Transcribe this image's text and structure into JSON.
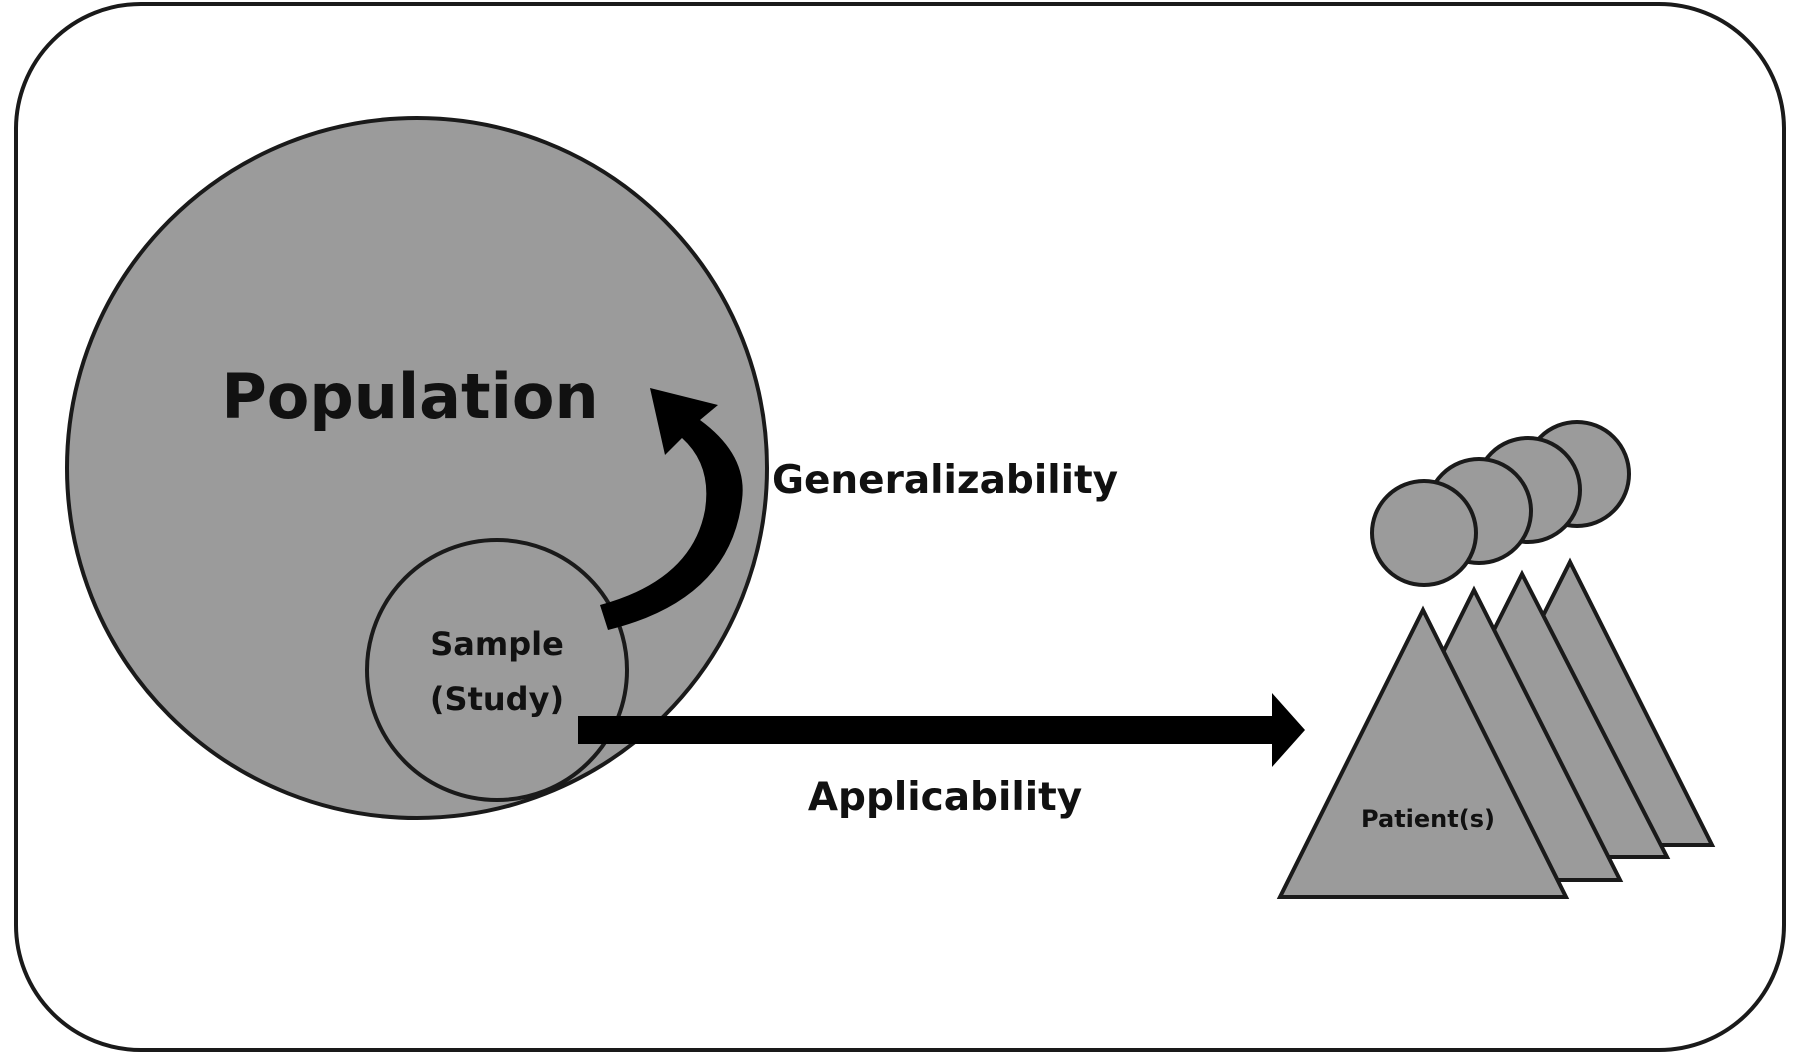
{
  "labels": {
    "population": "Population",
    "sample_line1": "Sample",
    "sample_line2": "(Study)",
    "generalizability": "Generalizability",
    "applicability": "Applicability",
    "patients": "Patient(s)"
  },
  "colors": {
    "shape_fill": "#9b9b9b",
    "outline": "#1a1a1a",
    "arrow": "#000000",
    "background": "#ffffff"
  }
}
